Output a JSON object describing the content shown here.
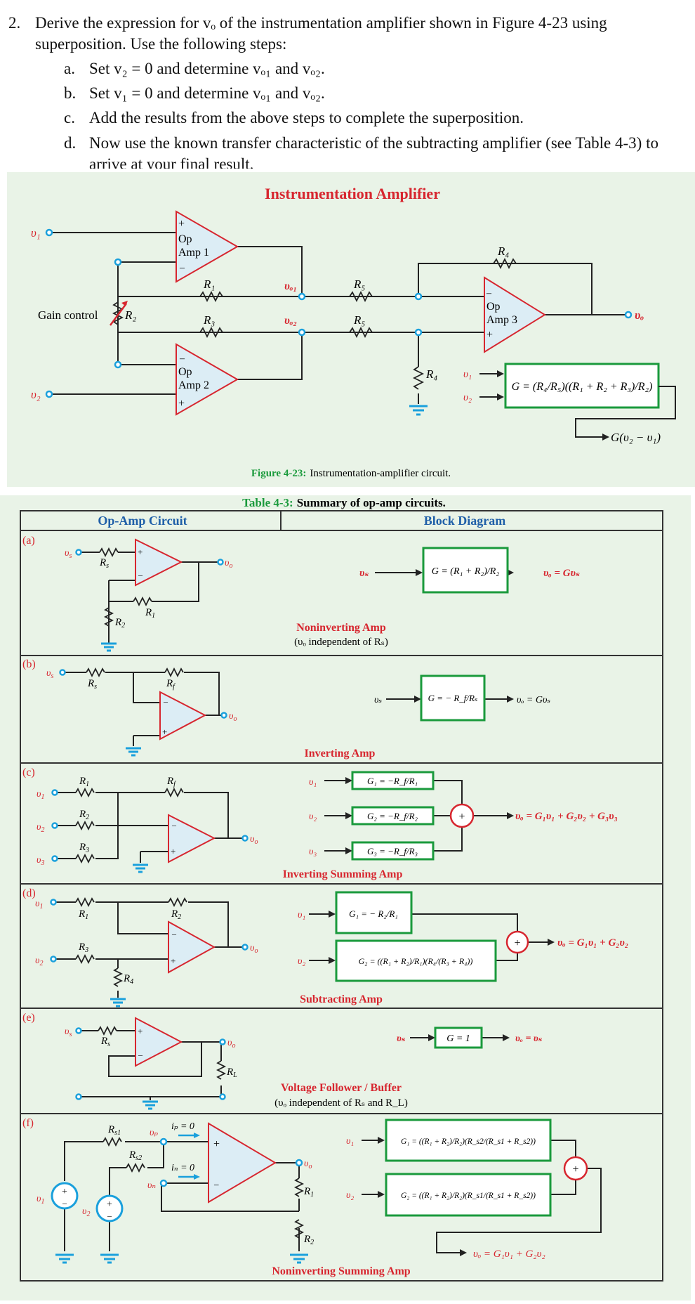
{
  "question": {
    "number": "2.",
    "intro": "Derive the expression for vₒ of the instrumentation amplifier shown in Figure 4-23 using superposition. Use the following steps:",
    "steps": [
      {
        "letter": "a.",
        "text": "Set v₂ = 0 and determine vₒ₁ and vₒ₂."
      },
      {
        "letter": "b.",
        "text": "Set v₁ = 0 and determine vₒ₁ and vₒ₂."
      },
      {
        "letter": "c.",
        "text": "Add the results from the above steps to complete the superposition."
      },
      {
        "letter": "d.",
        "text": "Now use the known transfer characteristic of the subtracting amplifier (see Table 4-3) to arrive at your final result."
      }
    ]
  },
  "figure": {
    "title": "Instrumentation Amplifier",
    "caption_label": "Figure 4-23:",
    "caption_text": "Instrumentation-amplifier circuit.",
    "labels": {
      "v1": "υ₁",
      "v2": "υ₂",
      "vo": "υₒ",
      "vo1": "υₒ₁",
      "vo2": "υₒ₂",
      "amp1": [
        "Op",
        "Amp 1"
      ],
      "amp2": [
        "Op",
        "Amp 2"
      ],
      "amp3": [
        "Op",
        "Amp 3"
      ],
      "gain_control": "Gain control",
      "R1": "R₁",
      "R2": "R₂",
      "R3": "R₃",
      "R4": "R₄",
      "R5": "R₅",
      "gain_formula": "G = (R₄/R₅)((R₁ + R₂ + R₃)/R₂)",
      "output": "G(υ₂ − υ₁)"
    }
  },
  "table": {
    "title_label": "Table 4-3:",
    "title_text": "Summary of op-amp circuits.",
    "headers": [
      "Op-Amp Circuit",
      "Block Diagram"
    ],
    "rows": [
      {
        "tag": "(a)",
        "name": "Noninverting Amp",
        "note": "(υₒ independent of Rₛ)",
        "input": "υₛ",
        "gain": "G = (R₁ + R₂)/R₂",
        "output": "υₒ = Gυₛ"
      },
      {
        "tag": "(b)",
        "name": "Inverting Amp",
        "note": "",
        "input": "υₛ",
        "gain": "G = − R_f/Rₛ",
        "output": "υₒ = Gυₛ"
      },
      {
        "tag": "(c)",
        "name": "Inverting Summing Amp",
        "note": "",
        "inputs": [
          "υ₁",
          "υ₂",
          "υ₃"
        ],
        "gains": [
          "G₁ = −R_f/R₁",
          "G₂ = −R_f/R₂",
          "G₃ = −R_f/R₃"
        ],
        "output": "υₒ = G₁υ₁ + G₂υ₂ + G₃υ₃"
      },
      {
        "tag": "(d)",
        "name": "Subtracting Amp",
        "note": "",
        "inputs": [
          "υ₁",
          "υ₂"
        ],
        "gains": [
          "G₁ = − R₂/R₁",
          "G₂ = ((R₁ + R₂)/R₁)(R₄/(R₃ + R₄))"
        ],
        "output": "υₒ = G₁υ₁ + G₂υ₂"
      },
      {
        "tag": "(e)",
        "name": "Voltage Follower / Buffer",
        "note": "(υₒ independent of Rₛ and R_L)",
        "input": "υₛ",
        "gain": "G = 1",
        "output": "υₒ = υₛ"
      },
      {
        "tag": "(f)",
        "name": "Noninverting Summing Amp",
        "note": "",
        "inputs": [
          "υ₁",
          "υ₂"
        ],
        "gains": [
          "G₁ = ((R₁ + R₂)/R₂)(R_s2/(R_s1 + R_s2))",
          "G₂ = ((R₁ + R₂)/R₂)(R_s1/(R_s1 + R_s2))"
        ],
        "output": "υₒ = G₁υ₁ + G₂υ₂",
        "annotations": {
          "ip": "iₚ = 0",
          "in": "iₙ = 0",
          "vp": "υₚ",
          "vn": "υₙ"
        }
      }
    ]
  }
}
